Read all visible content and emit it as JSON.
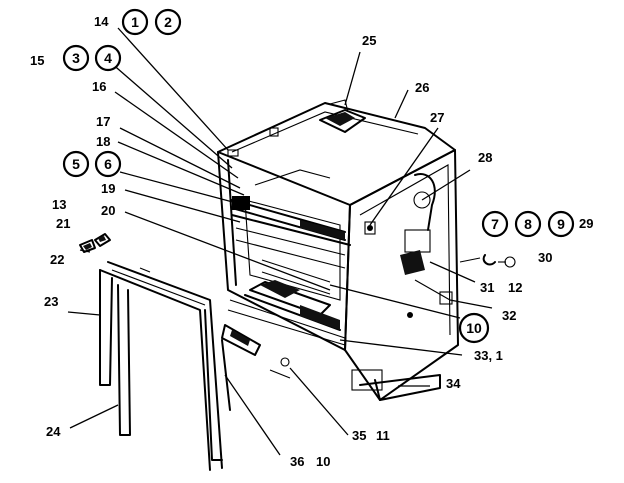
{
  "labels": {
    "l14": "14",
    "l15": "15",
    "l16": "16",
    "l17": "17",
    "l18": "18",
    "l19": "19",
    "l20": "20",
    "l13": "13",
    "l21": "21",
    "l22": "22",
    "l23": "23",
    "l24": "24",
    "l25": "25",
    "l26": "26",
    "l27": "27",
    "l28": "28",
    "l29": "29",
    "l30": "30",
    "l31": "31",
    "l12": "12",
    "l32": "32",
    "l33": "33, 1",
    "l34": "34",
    "l35": "35",
    "l11": "11",
    "l36": "36",
    "l10": "10"
  },
  "circled": {
    "c1": "1",
    "c2": "2",
    "c3": "3",
    "c4": "4",
    "c5": "5",
    "c6": "6",
    "c7": "7",
    "c8": "8",
    "c9": "9",
    "c10": "10"
  }
}
